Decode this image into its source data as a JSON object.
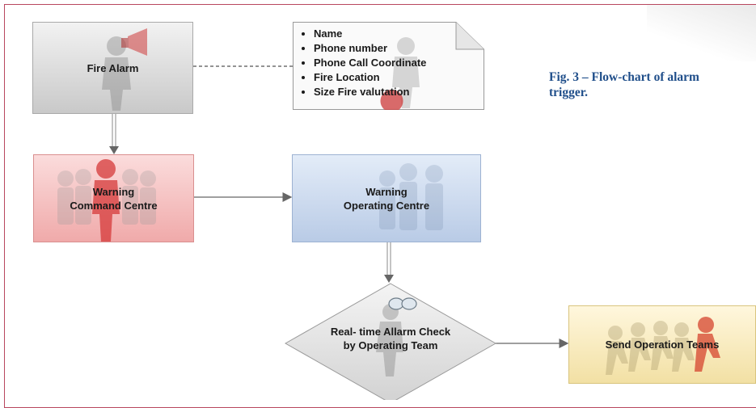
{
  "nodes": {
    "fire_alarm": {
      "label": "Fire Alarm"
    },
    "warning_command": {
      "label": "Warning\nCommand Centre"
    },
    "warning_operating": {
      "label": "Warning\nOperating Centre"
    },
    "realtime_check": {
      "label": "Real- time Allarm Check\nby Operating Team"
    },
    "send_teams": {
      "label": "Send Operation Teams"
    }
  },
  "note": {
    "items": [
      "Name",
      "Phone number",
      "Phone Call Coordinate",
      "Fire Location",
      "Size Fire valutation"
    ]
  },
  "caption": {
    "text": "Fig. 3 – Flow-chart of alarm trigger."
  },
  "colors": {
    "frame": "#b8475e",
    "caption": "#1f4e8a",
    "connector": "#666666",
    "command_fill": "#f0aaaa",
    "operating_fill": "#b9cbe6",
    "send_fill": "#f2e0a4"
  }
}
